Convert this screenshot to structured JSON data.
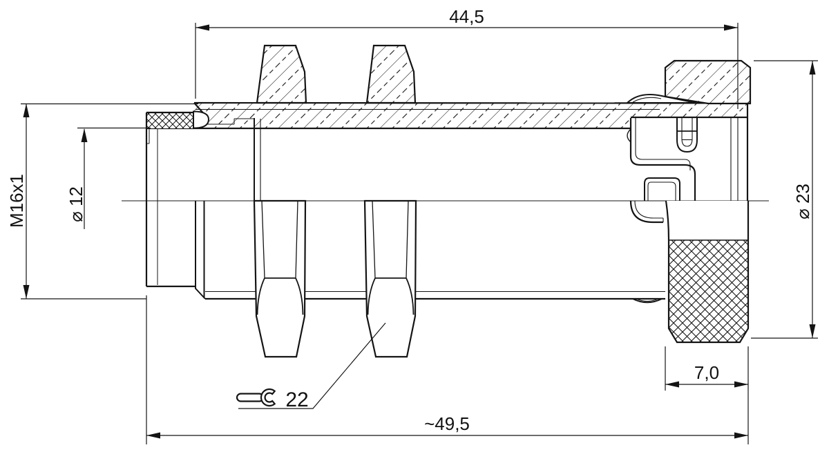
{
  "drawing": {
    "kind": "technical-section-drawing",
    "dimensions": {
      "length_top": "44,5",
      "thread": "M16x1",
      "diameter_front": "⌀ 12",
      "diameter_head": "⌀ 23",
      "knurl_width": "7,0",
      "length_overall": "~49,5",
      "wrench_size": "22"
    },
    "icons": {
      "wrench": "open-end-wrench-icon"
    },
    "colors": {
      "line": "#141414",
      "background": "#ffffff"
    }
  }
}
